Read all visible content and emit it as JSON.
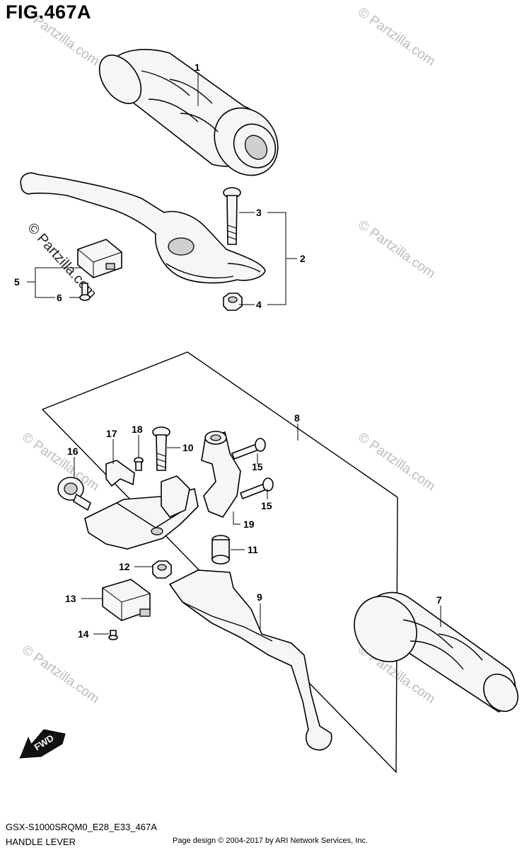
{
  "figure": {
    "title": "FIG.467A",
    "model_code": "GSX-S1000SRQM0_E28_E33_467A",
    "section_name": "HANDLE LEVER",
    "credit": "Page design © 2004-2017 by ARI Network Services, Inc."
  },
  "watermark": {
    "text": "© Partzilla.com",
    "prominent_text": "© Partzilla.com"
  },
  "direction_badge": {
    "label": "FWD"
  },
  "callouts": {
    "c1": "1",
    "c2": "2",
    "c3": "3",
    "c4": "4",
    "c5": "5",
    "c6": "6",
    "c7": "7",
    "c8": "8",
    "c9": "9",
    "c10": "10",
    "c11": "11",
    "c12": "12",
    "c13": "13",
    "c14": "14",
    "c15a": "15",
    "c15b": "15",
    "c16": "16",
    "c17": "17",
    "c18": "18",
    "c19": "19"
  }
}
